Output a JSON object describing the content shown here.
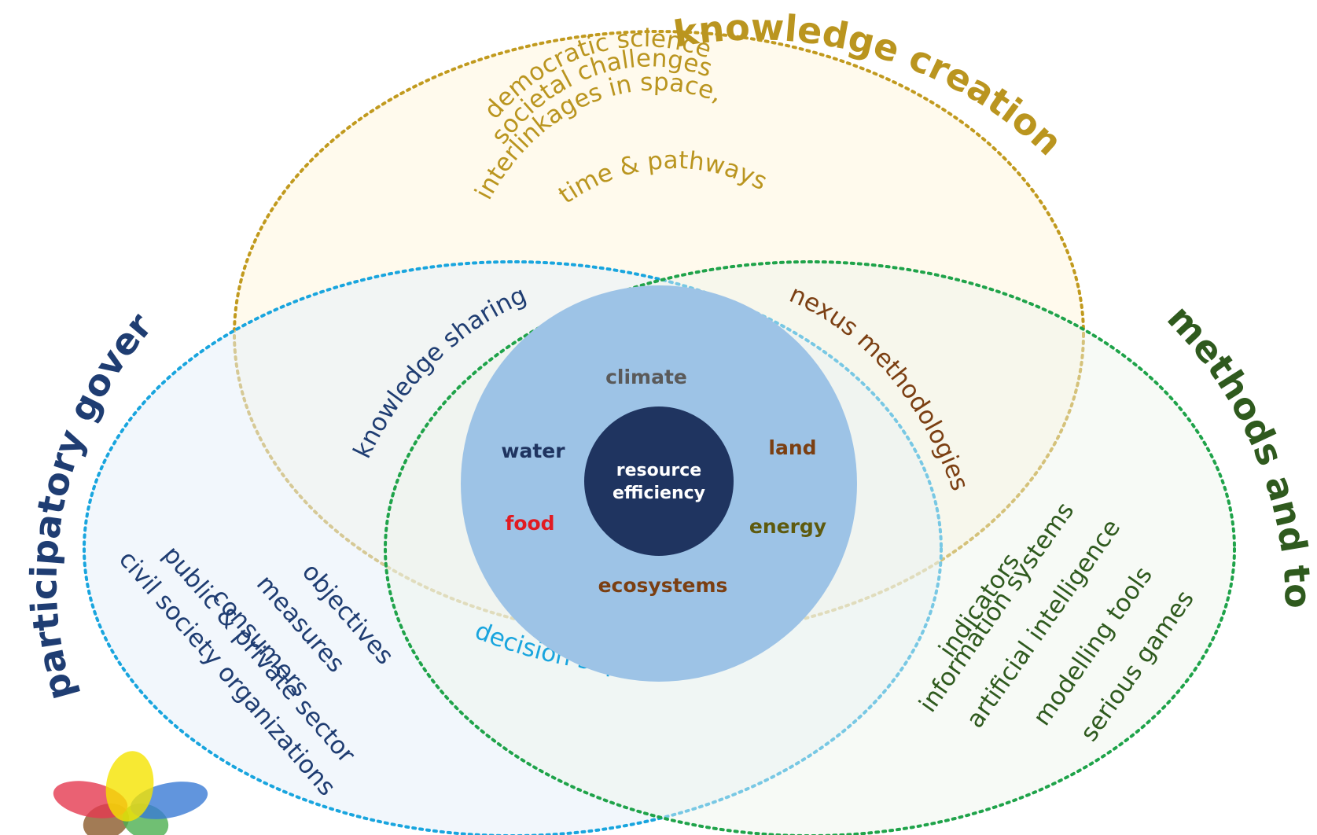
{
  "colors": {
    "knowledge": "#C19A1E",
    "knowledge_fill": "#FFF6DE",
    "governance": "#19A5DE",
    "governance_fill": "#E7F1FA",
    "methods": "#1FA34A",
    "methods_fill": "#EEF5EC",
    "title_knowledge": "#BA951F",
    "title_governance": "#1F3D72",
    "title_methods": "#2F5A1E",
    "core_ring": "#9DC3E6",
    "core_center": "#1F3460"
  },
  "circles": {
    "knowledge_creation": {
      "title": "knowledge creation",
      "lines": [
        "democratic science",
        "societal challenges",
        "interlinkages in space,",
        "time & pathways"
      ]
    },
    "participatory_governance": {
      "title": "participatory governance",
      "lines": [
        "objectives",
        "measures",
        "consumers",
        "public & private sector",
        "civil society organizations"
      ]
    },
    "methods_and_tools": {
      "title": "methods and tools",
      "lines": [
        "indicators",
        "information systems",
        "artificial intelligence",
        "modelling tools",
        "serious games"
      ]
    }
  },
  "overlaps": {
    "knowledge_governance": "knowledge sharing",
    "knowledge_methods": "nexus methodologies",
    "governance_methods": "decision support tools"
  },
  "core": {
    "center": [
      "resource",
      "efficiency"
    ],
    "items": [
      {
        "label": "climate",
        "color": "#5A5A5A"
      },
      {
        "label": "land",
        "color": "#7B3F12"
      },
      {
        "label": "energy",
        "color": "#5E5A0E"
      },
      {
        "label": "ecosystems",
        "color": "#7B3F12"
      },
      {
        "label": "food",
        "color": "#E11B22"
      },
      {
        "label": "water",
        "color": "#1F3460"
      }
    ]
  },
  "logo": {
    "icon": "flower-logo-icon",
    "petal_colors": [
      "#F5E400",
      "#3A7BD5",
      "#4CAF50",
      "#8B5A2B",
      "#E53950"
    ]
  }
}
